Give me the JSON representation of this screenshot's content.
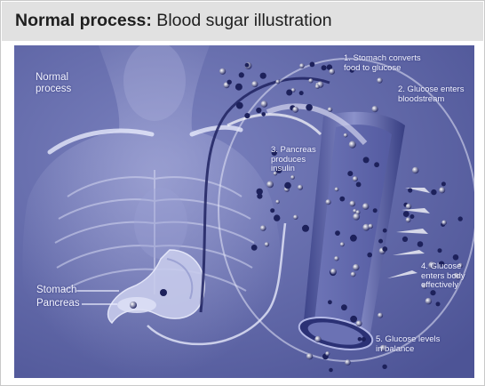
{
  "header": {
    "title_bold": "Normal process:",
    "title_rest": " Blood sugar illustration"
  },
  "illustration": {
    "corner_label": "Normal\nprocess",
    "steps": [
      "1. Stomach converts\nfood to glucose",
      "2. Glucose enters\nbloodstream",
      "3. Pancreas\nproduces\ninsulin",
      "4. Glucose\nenters body\neffectively",
      "5. Glucose levels\nin balance"
    ],
    "organ_labels": {
      "stomach": "Stomach",
      "pancreas": "Pancreas"
    }
  },
  "colors": {
    "header_bg": "#e1e1e1",
    "illustration_bg": "#5e66a8",
    "label_text": "#f4f5ff"
  }
}
